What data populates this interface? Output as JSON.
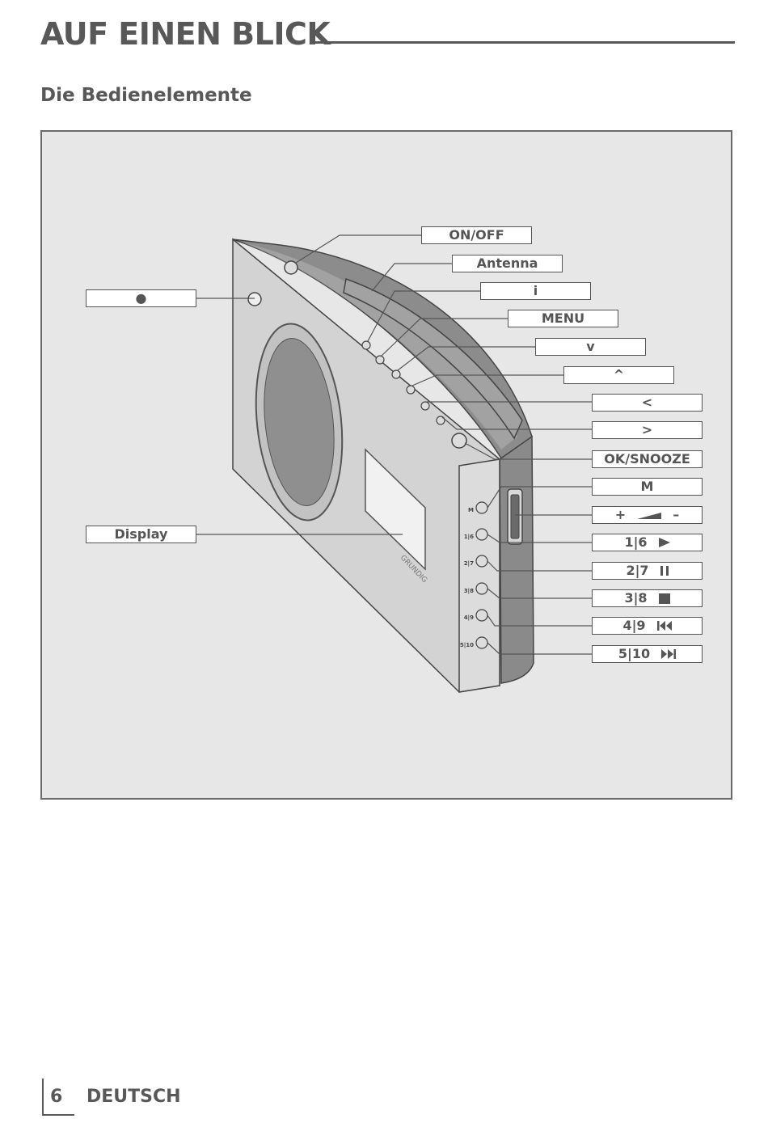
{
  "header": {
    "title": "AUF EINEN BLICK",
    "subtitle": "Die Bedienelemente"
  },
  "figure": {
    "device_brand": "GRUNDIG",
    "labels": {
      "headphone": "●",
      "display": "Display",
      "on_off": "ON/OFF",
      "antenna": "Antenna",
      "info": "i",
      "menu": "MENU",
      "down": "v",
      "up": "^",
      "left": "<",
      "right": ">",
      "ok_snooze": "OK/SNOOZE",
      "memory": "M",
      "volume_plus": "+",
      "volume_minus": "–",
      "preset_1_6": "1|6",
      "preset_2_7": "2|7",
      "preset_3_8": "3|8",
      "preset_4_9": "4|9",
      "preset_5_10": "5|10"
    },
    "icons": {
      "play": "play-icon",
      "pause": "pause-icon",
      "stop": "stop-icon",
      "previous": "skip-previous-icon",
      "next": "skip-next-icon",
      "volume": "volume-wedge-icon"
    },
    "side_button_labels": [
      "M",
      "1|6",
      "2|7",
      "3|8",
      "4|9",
      "5|10"
    ]
  },
  "footer": {
    "page_number": "6",
    "language": "DEUTSCH"
  },
  "colors": {
    "text": "#585858",
    "frame_background": "#e7e7e7",
    "device_face": "#d3d3d3",
    "device_top": "#8c8c8c"
  }
}
